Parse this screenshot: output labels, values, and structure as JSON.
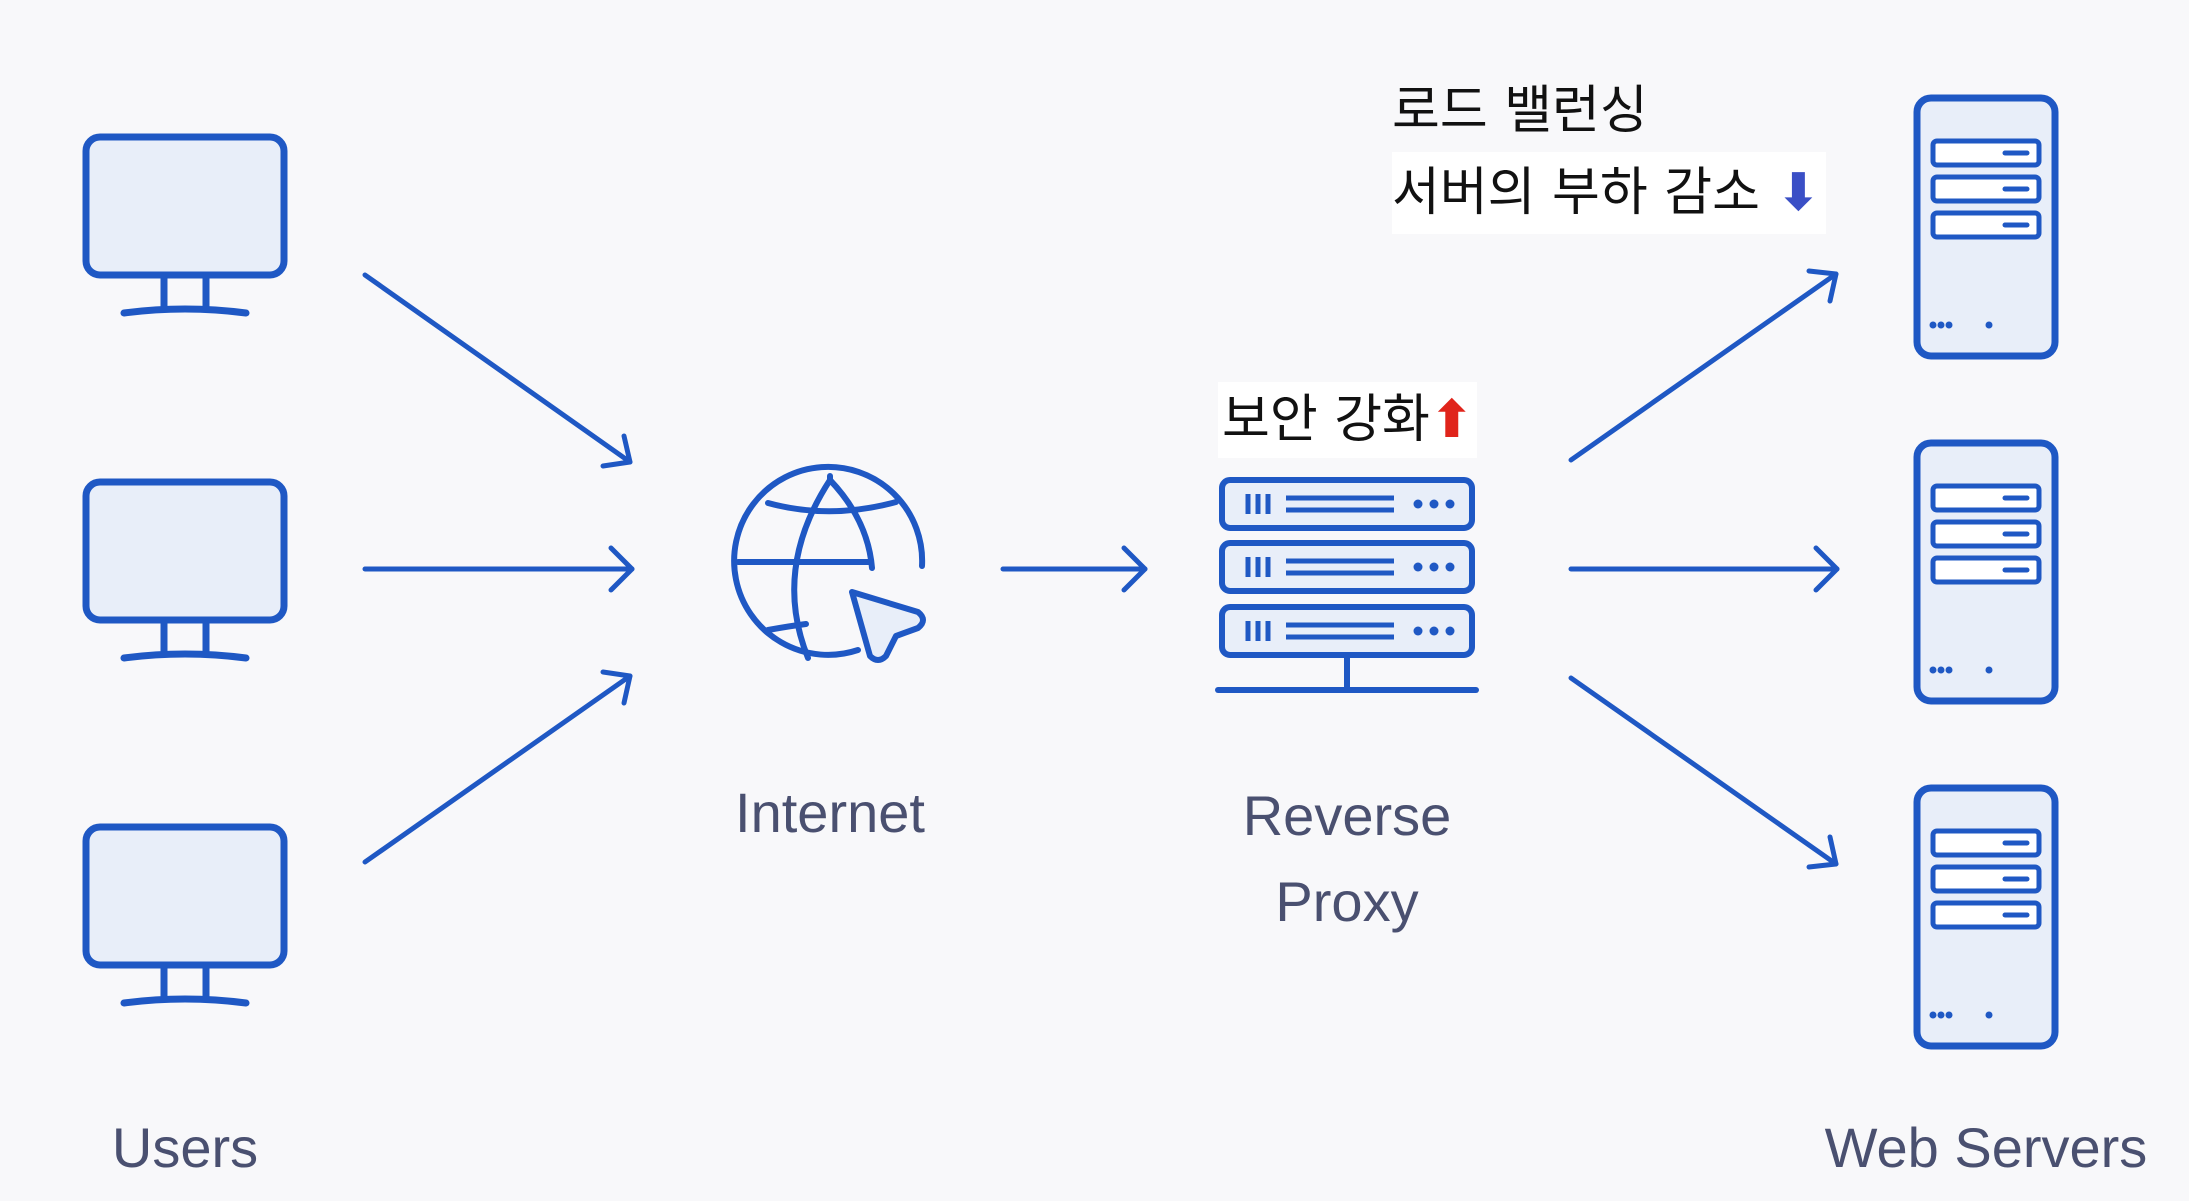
{
  "labels": {
    "users": "Users",
    "internet": "Internet",
    "proxy_line1": "Reverse",
    "proxy_line2": "Proxy",
    "servers": "Web Servers"
  },
  "annotations": {
    "security_text": "보안 강화",
    "security_arrow": "⬆",
    "load_line1": "로드 밸런싱",
    "load_line2": "서버의 부하 감소",
    "load_arrow": "⬇"
  },
  "colors": {
    "stroke": "#1f58c4",
    "fill": "#e8eef9",
    "label": "#4a5070",
    "background": "#f8f8fa",
    "up_arrow": "#e0241b",
    "down_arrow": "#3a4fc6"
  },
  "icons": {
    "user": "monitor-icon",
    "internet": "globe-cursor-icon",
    "proxy": "server-rack-icon",
    "server": "server-tower-icon"
  }
}
